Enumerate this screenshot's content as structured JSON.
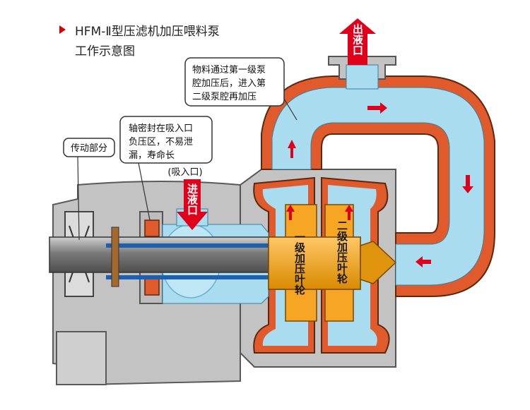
{
  "title": {
    "line1": "HFM-Ⅱ型压滤机加压喂料泵",
    "line2": "工作示意图"
  },
  "labels": {
    "outlet": "出液口",
    "inlet": "进液口",
    "inlet_note": "(吸入口)",
    "drive": "传动部分",
    "seal_note": [
      "轴密封在吸入口",
      "负压区，不易泄",
      "漏，寿命长"
    ],
    "flow_note": [
      "物料通过第一级泵",
      "腔加压后，进入第",
      "二级泵腔再加压"
    ],
    "impeller1": "一级加压叶轮",
    "impeller2": "二级加压叶轮"
  },
  "colors": {
    "casing": "#e05a2b",
    "fluid": "#a9dcef",
    "body": "#bdbdbd",
    "shaft": "#8d8d8d",
    "impeller": "#f6a623",
    "arrow": "#e0001b",
    "seal_blue": "#1f5fb0"
  }
}
